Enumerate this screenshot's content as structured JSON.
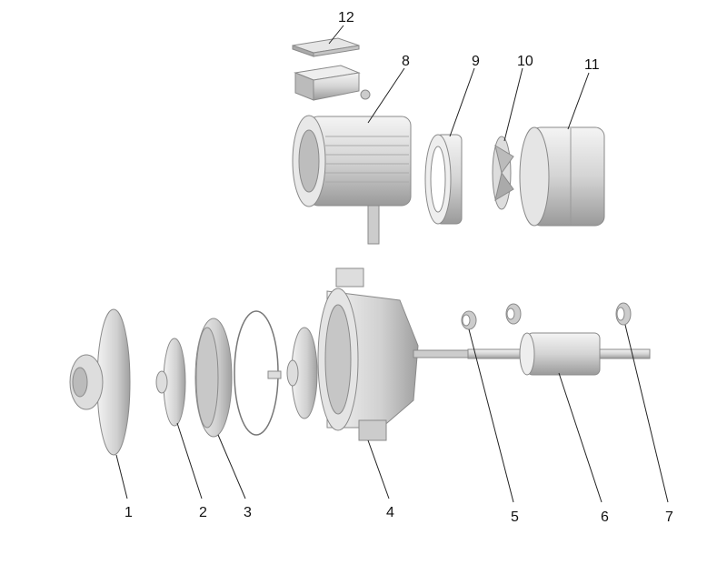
{
  "diagram": {
    "type": "exploded-view",
    "parts": [
      {
        "id": "1",
        "label": "1"
      },
      {
        "id": "2",
        "label": "2"
      },
      {
        "id": "3",
        "label": "3"
      },
      {
        "id": "4",
        "label": "4"
      },
      {
        "id": "5",
        "label": "5"
      },
      {
        "id": "6",
        "label": "6"
      },
      {
        "id": "7",
        "label": "7"
      },
      {
        "id": "8",
        "label": "8"
      },
      {
        "id": "9",
        "label": "9"
      },
      {
        "id": "10",
        "label": "10"
      },
      {
        "id": "11",
        "label": "11"
      },
      {
        "id": "12",
        "label": "12"
      }
    ]
  }
}
